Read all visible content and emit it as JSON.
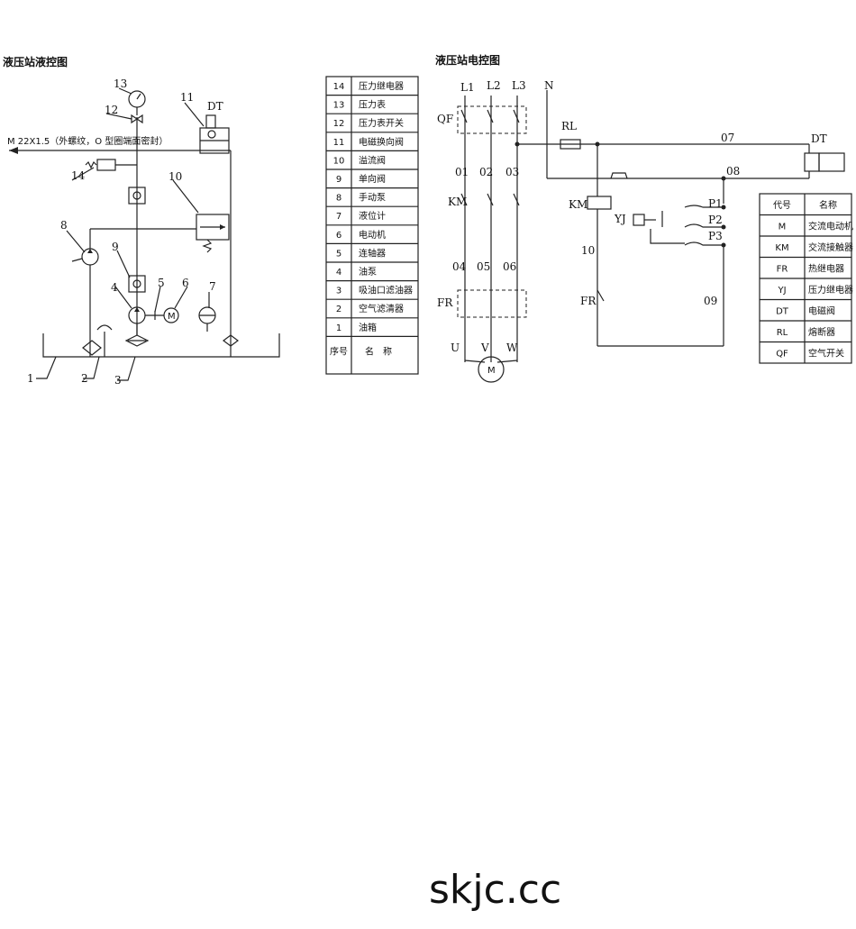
{
  "hydraulic": {
    "title": "液压站液控图",
    "port_note": "M 22X1.5（外螺纹，O 型圈端面密封）",
    "labels": [
      "1",
      "2",
      "3",
      "4",
      "5",
      "6",
      "7",
      "8",
      "9",
      "10",
      "11",
      "12",
      "13",
      "14"
    ],
    "dt": "DT"
  },
  "parts_table": {
    "rows": [
      {
        "no": "14",
        "name": "压力继电器"
      },
      {
        "no": "13",
        "name": "压力表"
      },
      {
        "no": "12",
        "name": "压力表开关"
      },
      {
        "no": "11",
        "name": "电磁换向阀"
      },
      {
        "no": "10",
        "name": "溢流阀"
      },
      {
        "no": "9",
        "name": "单向阀"
      },
      {
        "no": "8",
        "name": "手动泵"
      },
      {
        "no": "7",
        "name": "液位计"
      },
      {
        "no": "6",
        "name": "电动机"
      },
      {
        "no": "5",
        "name": "连轴器"
      },
      {
        "no": "4",
        "name": "油泵"
      },
      {
        "no": "3",
        "name": "吸油口滤油器"
      },
      {
        "no": "2",
        "name": "空气滤清器"
      },
      {
        "no": "1",
        "name": "油箱"
      }
    ],
    "footer_no": "序号",
    "footer_name": "名　称"
  },
  "electrical": {
    "title": "液压站电控图",
    "labels": {
      "L1": "L1",
      "L2": "L2",
      "L3": "L3",
      "N": "N",
      "QF": "QF",
      "RL": "RL",
      "w07": "07",
      "w08": "08",
      "DT": "DT",
      "w01": "01",
      "w02": "02",
      "w03": "03",
      "KM_left": "KM",
      "KM_coil": "KM",
      "YJ": "YJ",
      "P1": "P1",
      "P2": "P2",
      "P3": "P3",
      "w10": "10",
      "w04": "04",
      "w05": "05",
      "w06": "06",
      "FR_left": "FR",
      "FR_ctrl": "FR",
      "w09": "09",
      "U": "U",
      "V": "V",
      "W": "W",
      "motor": "M"
    }
  },
  "codes_table": {
    "header_code": "代号",
    "header_name": "名称",
    "rows": [
      {
        "code": "M",
        "name": "交流电动机"
      },
      {
        "code": "KM",
        "name": "交流接触器"
      },
      {
        "code": "FR",
        "name": "热继电器"
      },
      {
        "code": "YJ",
        "name": "压力继电器"
      },
      {
        "code": "DT",
        "name": "电磁阀"
      },
      {
        "code": "RL",
        "name": "熔断器"
      },
      {
        "code": "QF",
        "name": "空气开关"
      }
    ]
  },
  "watermark": "skjc.cc"
}
